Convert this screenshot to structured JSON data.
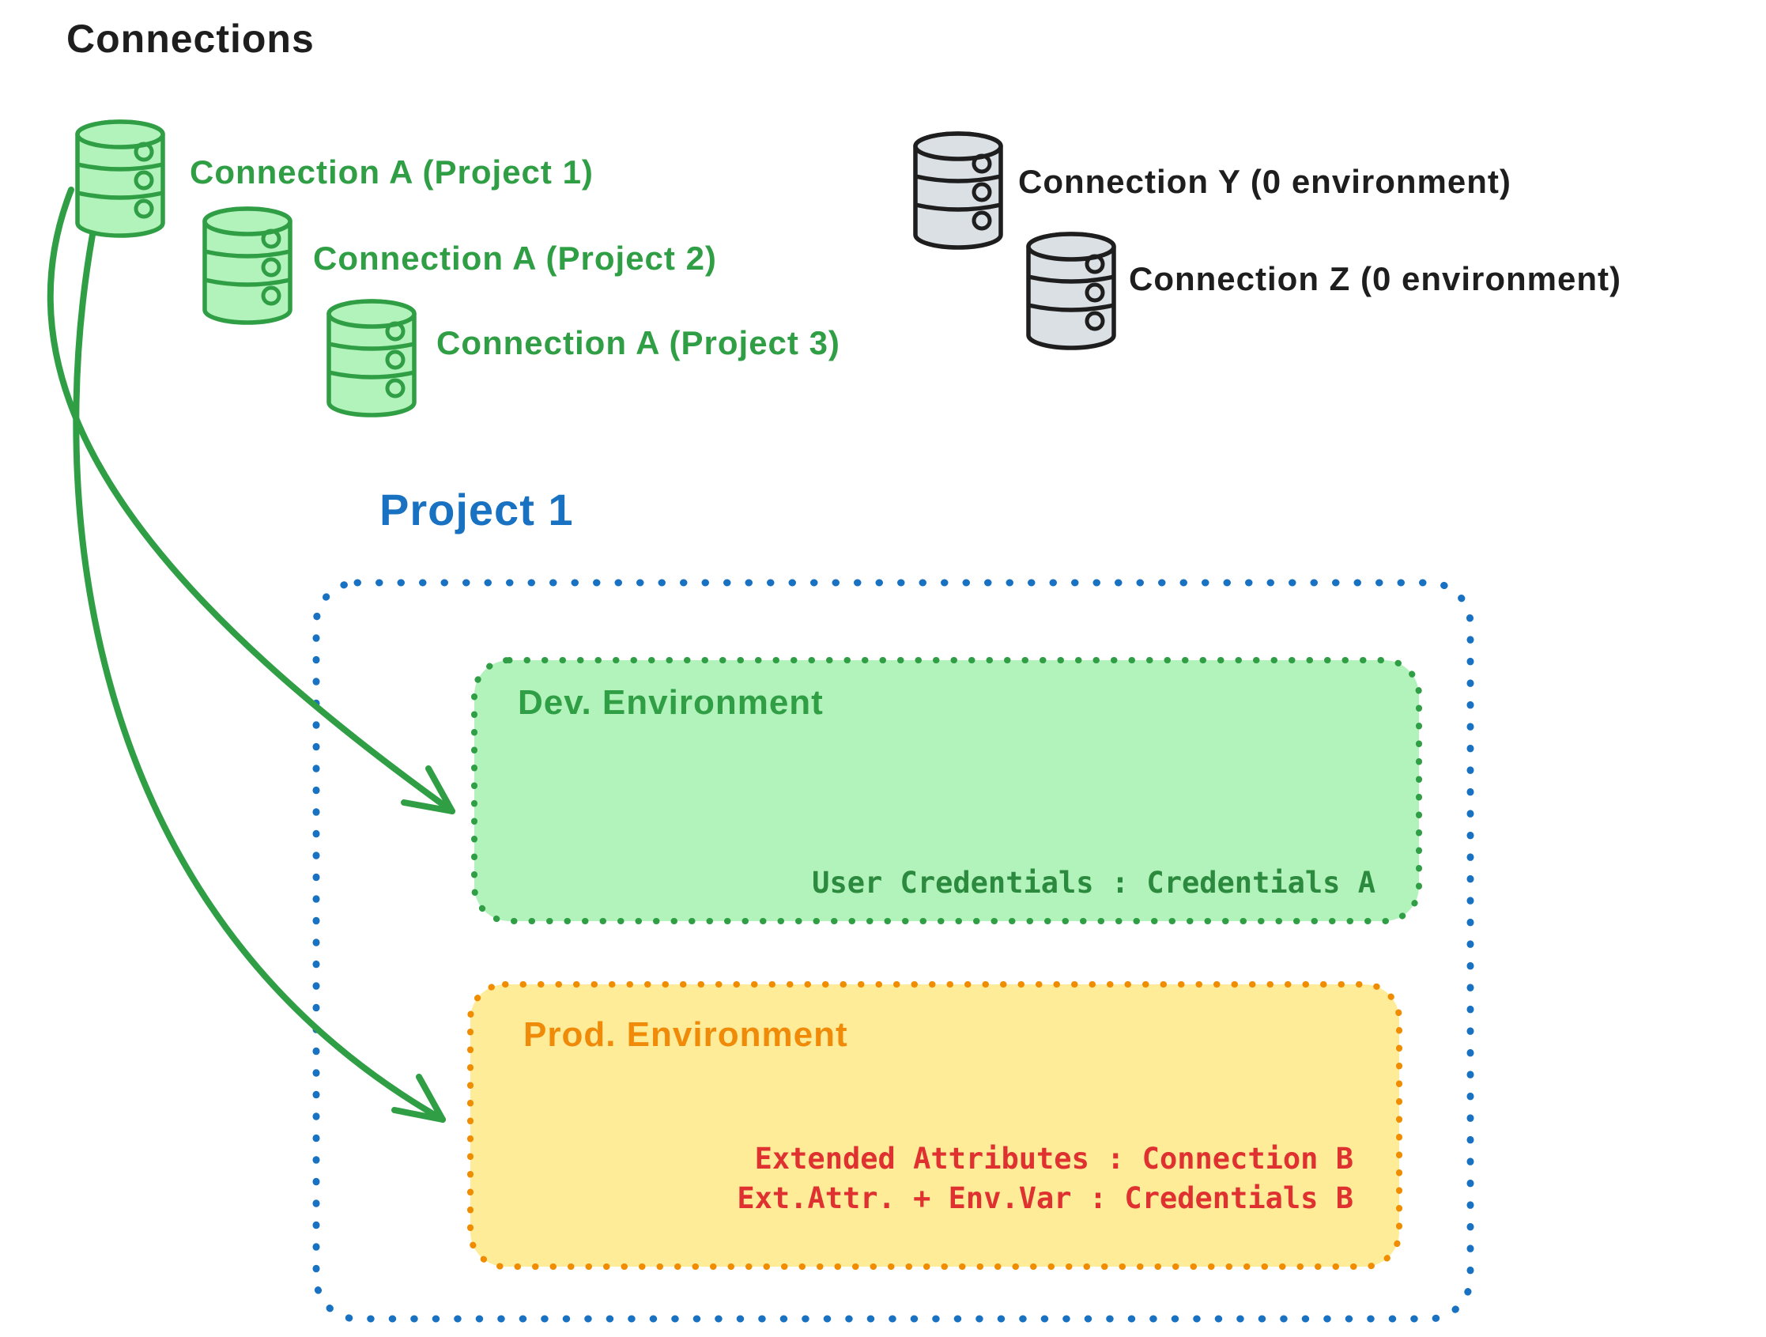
{
  "title": "Connections",
  "colors": {
    "black": "#1e1e1e",
    "green_stroke": "#2f9e44",
    "green_fill": "#b2f2bb",
    "blue": "#1971c2",
    "orange_stroke": "#f08c00",
    "yellow_fill": "#ffec99",
    "red": "#e03131",
    "gray_fill": "#dbe0e5"
  },
  "connections": {
    "project_scoped": [
      {
        "label": "Connection A (Project 1)"
      },
      {
        "label": "Connection A (Project 2)"
      },
      {
        "label": "Connection A (Project 3)"
      }
    ],
    "unassigned": [
      {
        "label": "Connection Y (0 environment)"
      },
      {
        "label": "Connection Z (0 environment)"
      }
    ]
  },
  "project": {
    "title": "Project 1",
    "environments": [
      {
        "name": "Dev. Environment",
        "mappings": [
          "User Credentials : Credentials A"
        ]
      },
      {
        "name": "Prod. Environment",
        "mappings": [
          "Extended Attributes : Connection B",
          "Ext.Attr. + Env.Var : Credentials B"
        ]
      }
    ]
  }
}
